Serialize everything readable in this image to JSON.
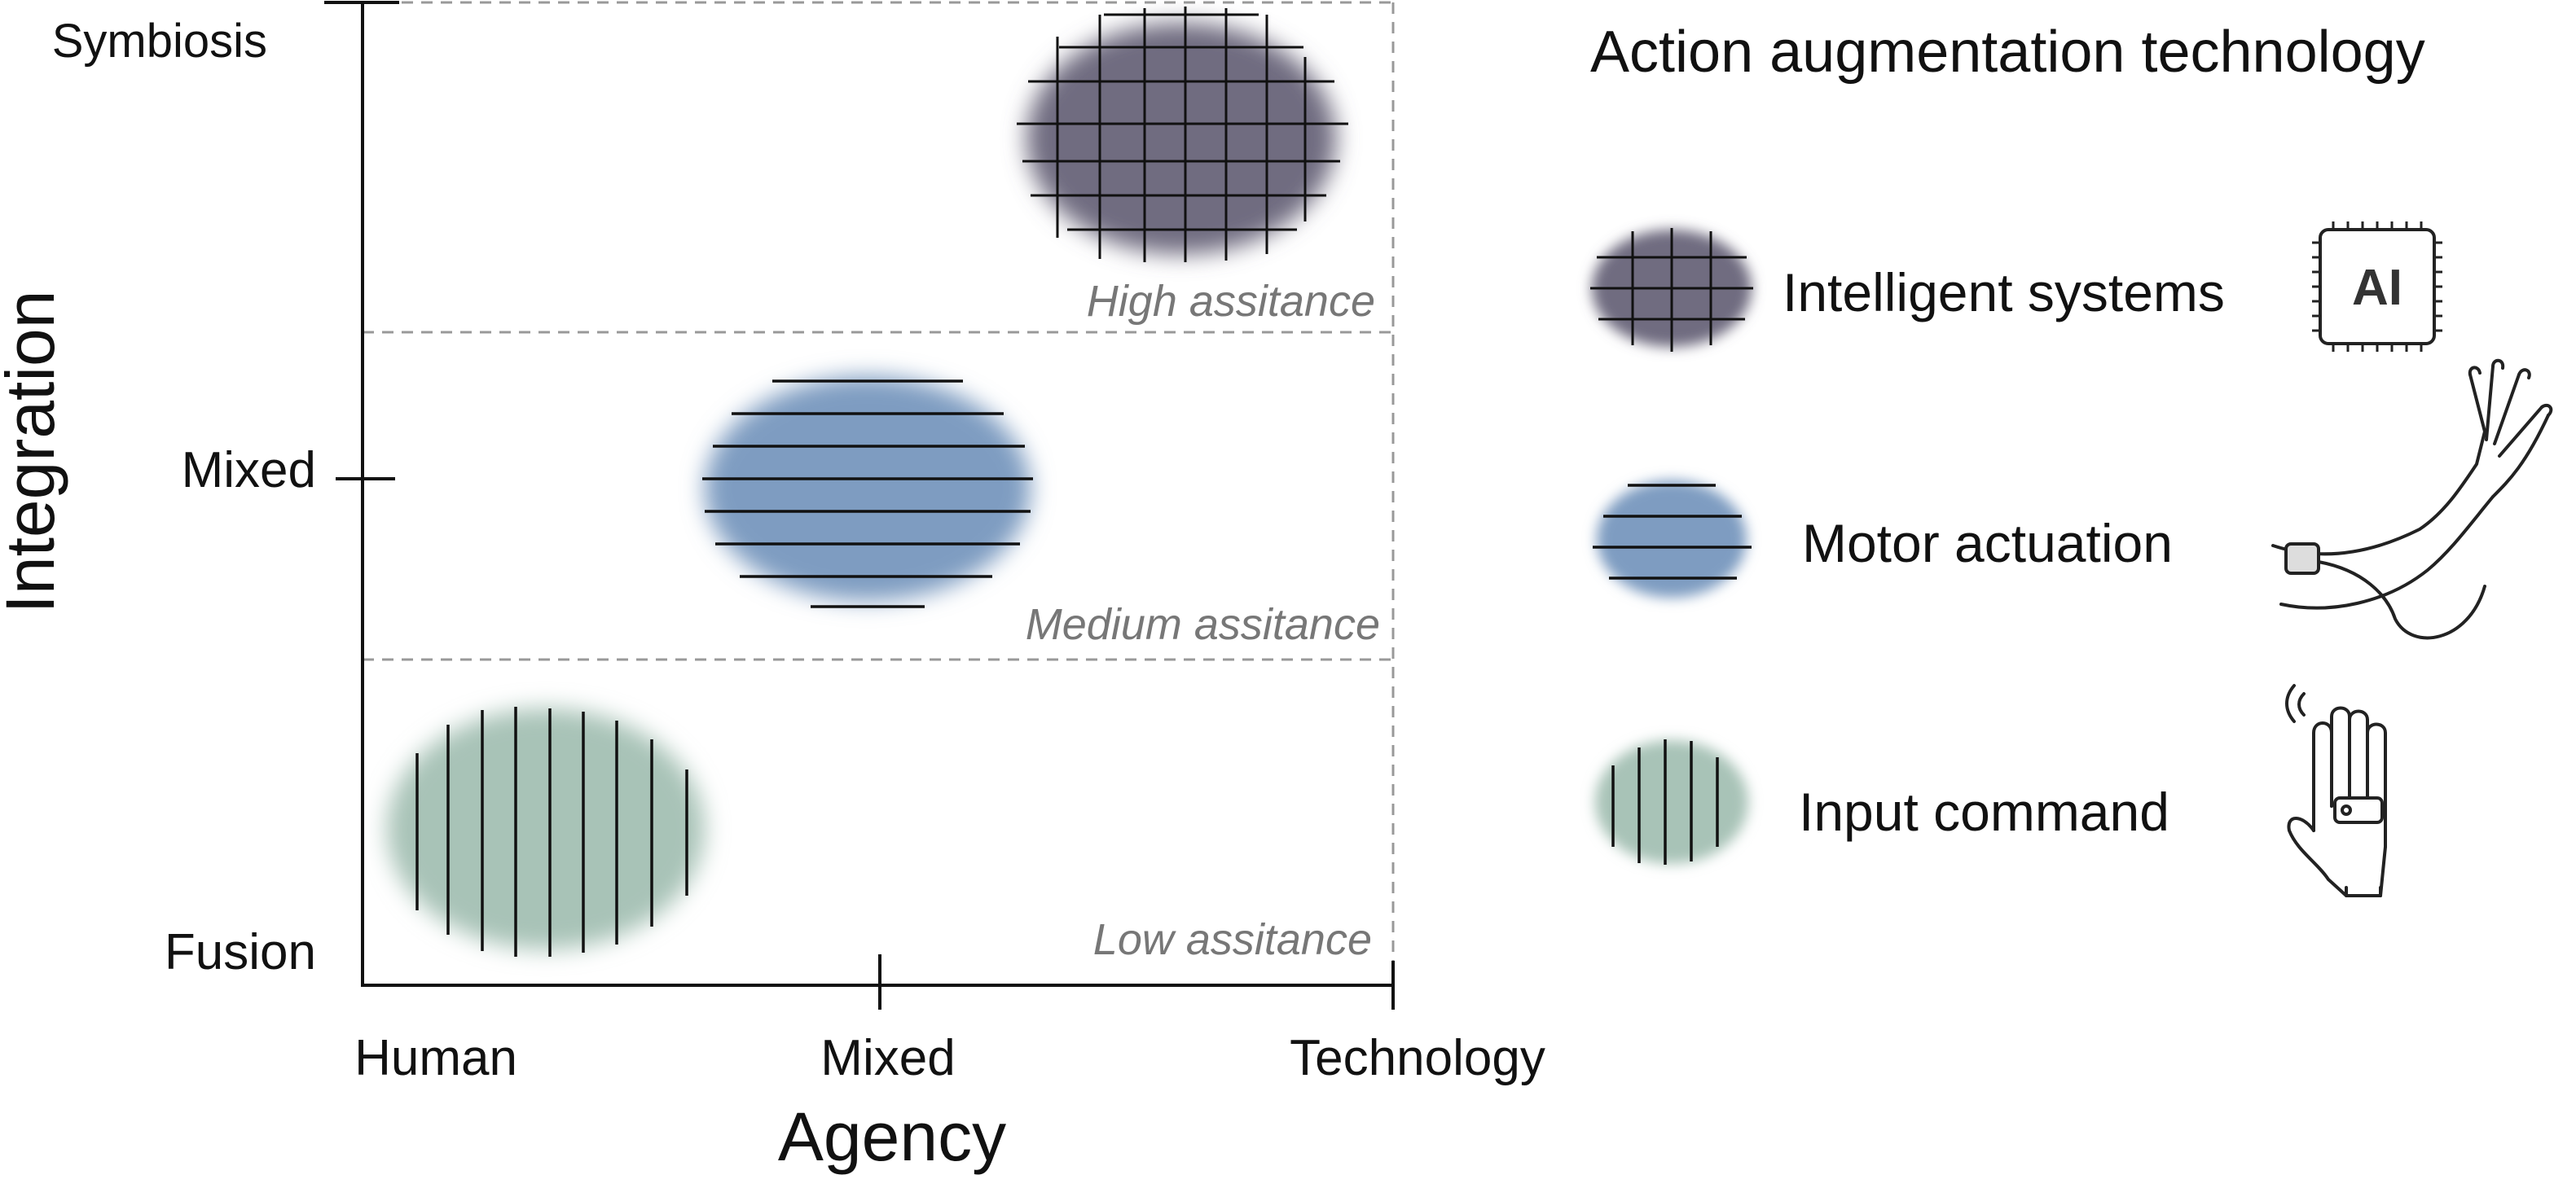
{
  "axes": {
    "y_label": "Integration",
    "x_label": "Agency",
    "y_ticks": [
      "Symbiosis",
      "Mixed",
      "Fusion"
    ],
    "x_ticks": [
      "Human",
      "Mixed",
      "Technology"
    ]
  },
  "regions": {
    "high": "High assitance",
    "medium": "Medium assitance",
    "low": "Low assitance"
  },
  "legend": {
    "title": "Action augmentation technology",
    "items": [
      {
        "label": "Intelligent systems",
        "icon": "ai-chip-icon",
        "color": "#6f6c80",
        "pattern": "grid"
      },
      {
        "label": "Motor actuation",
        "icon": "arm-stimulator-icon",
        "color": "#7e9cc1",
        "pattern": "horizontal"
      },
      {
        "label": "Input command",
        "icon": "glove-sensor-icon",
        "color": "#a8c3b7",
        "pattern": "vertical"
      }
    ],
    "ai_icon_text": "AI"
  }
}
